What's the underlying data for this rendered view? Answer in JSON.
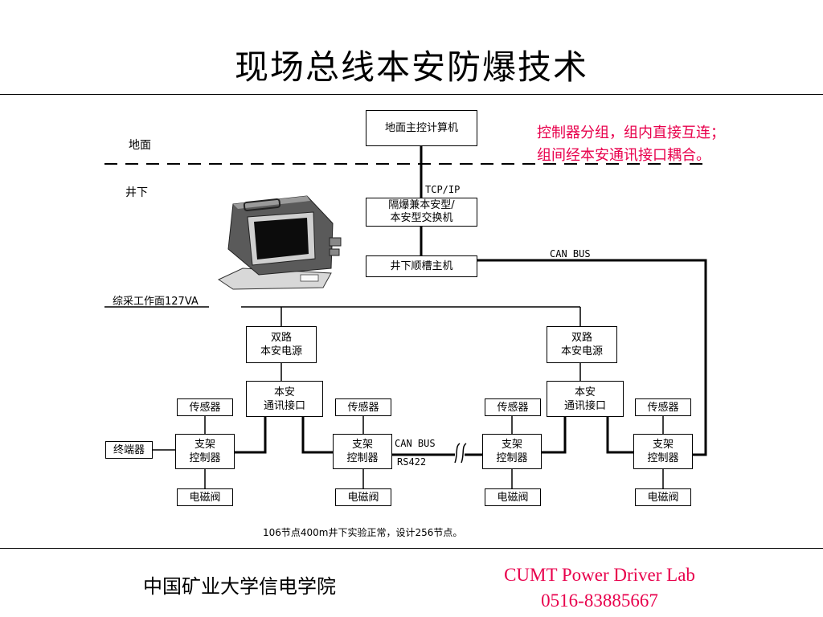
{
  "slide": {
    "title": "现场总线本安防爆技术",
    "note_line1": "控制器分组，组内直接互连；",
    "note_line2": "组间经本安通讯接口耦合。",
    "footer_left": "中国矿业大学信电学院",
    "lab_name": "CUMT Power Driver Lab",
    "lab_phone": "0516-83885667"
  },
  "diagram": {
    "surface_label": "地面",
    "underground_label": "井下",
    "host_computer": "地面主控计算机",
    "tcpip_label": "TCP/IP",
    "switch_line1": "隔爆兼本安型/",
    "switch_line2": "本安型交换机",
    "can_bus_top": "CAN BUS",
    "trough_host": "井下顺槽主机",
    "workface_label": "综采工作面127VA",
    "power_line1": "双路",
    "power_line2": "本安电源",
    "comm_line1": "本安",
    "comm_line2": "通讯接口",
    "sensor": "传感器",
    "terminator": "终端器",
    "controller_line1": "支架",
    "controller_line2": "控制器",
    "valve": "电磁阀",
    "can_bus_mid": "CAN BUS",
    "rs422_label": "RS422",
    "caption": "106节点400m井下实验正常，设计256节点。"
  },
  "colors": {
    "accent_red": "#e8004c",
    "line": "#000000"
  }
}
